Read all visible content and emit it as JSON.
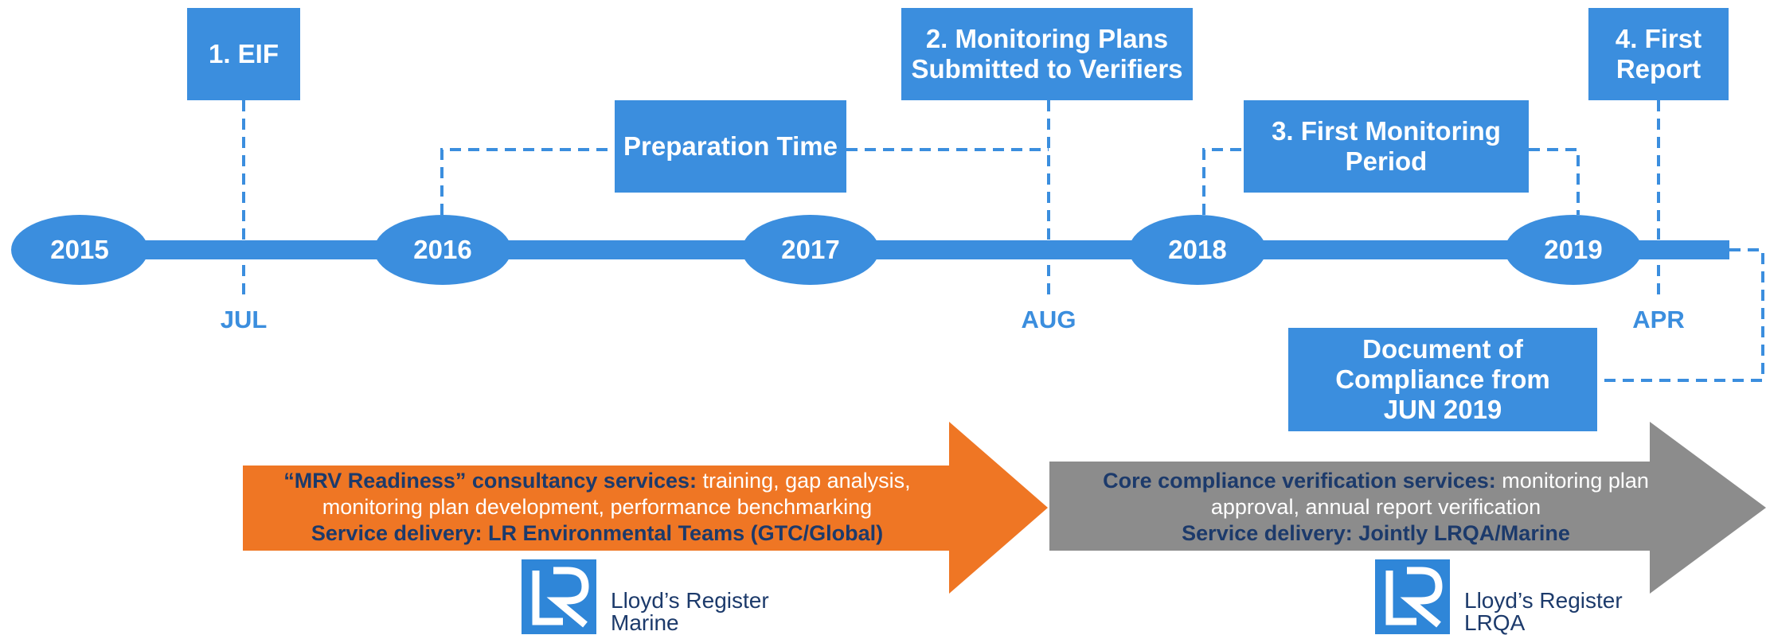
{
  "milestones": {
    "eif": "1. EIF",
    "monitoring_plans": "2. Monitoring Plans Submitted to Verifiers",
    "first_monitoring": "3. First Monitoring Period",
    "first_report": "4. First Report",
    "preparation": "Preparation Time",
    "doc_compliance": "Document of Compliance from JUN 2019"
  },
  "years": [
    "2015",
    "2016",
    "2017",
    "2018",
    "2019"
  ],
  "months": {
    "jul": "JUL",
    "aug": "AUG",
    "apr": "APR"
  },
  "arrows": {
    "left": {
      "line1_bold": "“MRV Readiness” consultancy services:",
      "line1_rest": " training, gap analysis,",
      "line2": "monitoring plan development, performance benchmarking",
      "line3": "Service delivery: LR Environmental Teams (GTC/Global)"
    },
    "right": {
      "line1_bold": "Core compliance verification services:",
      "line1_rest": " monitoring plan",
      "line2": "approval, annual report verification",
      "line3": "Service delivery: Jointly LRQA/Marine"
    }
  },
  "logos": {
    "marine": {
      "name": "Lloyd’s Register",
      "sub": "Marine"
    },
    "lrqa": {
      "name": "Lloyd’s Register",
      "sub": "LRQA"
    }
  },
  "colors": {
    "timeline_blue": "#3b8ede",
    "orange": "#ef7624",
    "grey": "#8c8c8c",
    "navy": "#1c3a6b"
  }
}
